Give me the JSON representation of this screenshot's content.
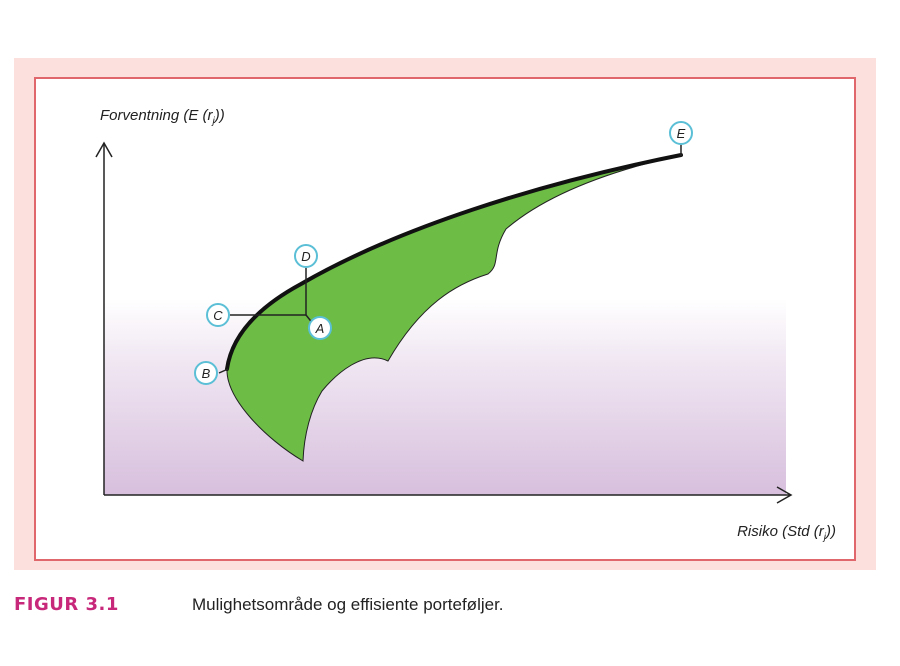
{
  "figure": {
    "axis_y_label": "Forventning (E (r",
    "axis_y_sub": "j",
    "axis_y_close": "))",
    "axis_x_label": "Risiko (Std (r",
    "axis_x_sub": "j",
    "axis_x_close": "))",
    "points": [
      "A",
      "B",
      "C",
      "D",
      "E"
    ],
    "colors": {
      "frame": "#fbe0dd",
      "border": "#e0686d",
      "region_fill": "#6cbc45",
      "frontier": "#111111",
      "point_ring": "#5bbfd6",
      "gradient_bottom": "#d7bfdd",
      "caption_accent": "#c8287a"
    }
  },
  "caption": {
    "number": "FIGUR 3.1",
    "text": "Mulighetsområde og effisiente porteføljer."
  }
}
